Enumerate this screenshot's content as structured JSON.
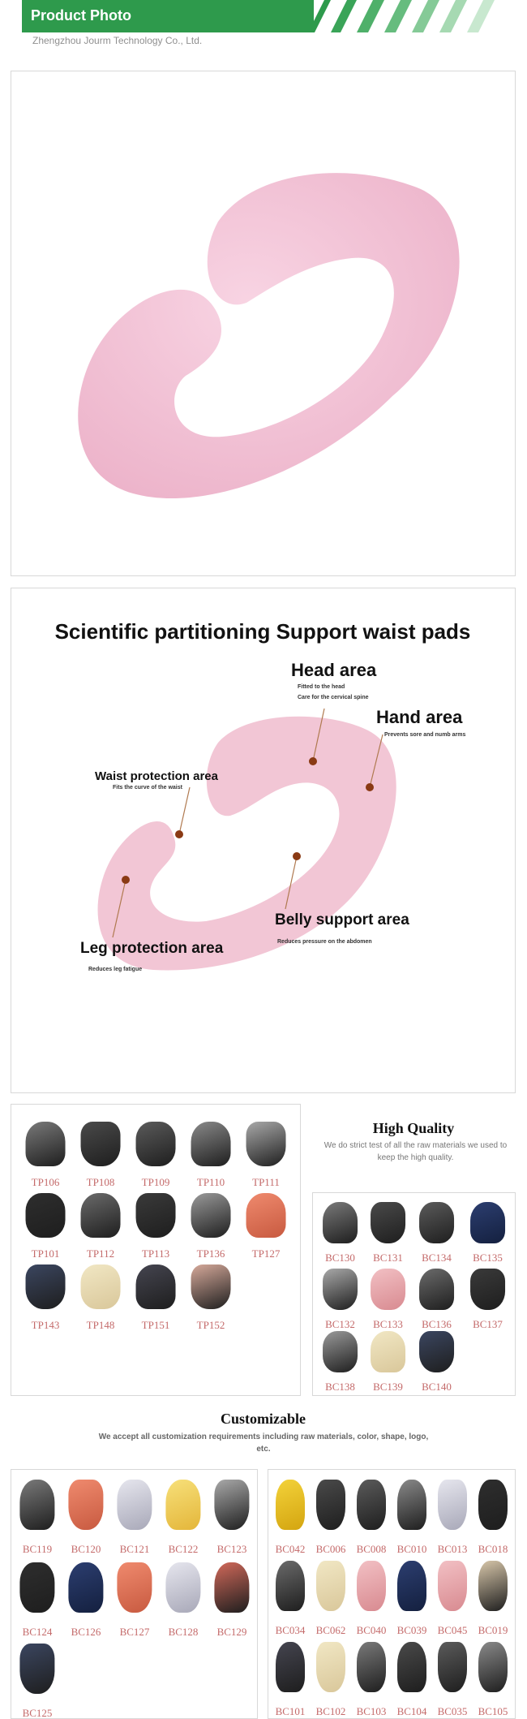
{
  "header": {
    "title": "Product Photo",
    "company": "Zhengzhou Jourm Technology Co., Ltd.",
    "accent_color": "#2e9a4c"
  },
  "photo": {
    "pillow_color": "#f4c6d9"
  },
  "diagram": {
    "title": "Scientific partitioning Support waist pads",
    "labels": {
      "head": "Head area",
      "head_sub1": "Fitted to the head",
      "head_sub2": "Care for the cervical spine",
      "hand": "Hand area",
      "hand_sub": "Prevents sore and numb arms",
      "waist": "Waist protection area",
      "waist_sub": "Fits the curve of the waist",
      "belly": "Belly support area",
      "belly_sub": "Reduces pressure on the abdomen",
      "leg": "Leg protection area",
      "leg_sub": "Reduces leg fatigue"
    }
  },
  "high_quality": {
    "title": "High Quality",
    "desc": "We do strict test of all the raw materials we used to keep the high quality."
  },
  "customizable": {
    "title": "Customizable",
    "desc": "We accept all customization requirements including raw materials, color, shape, logo, etc."
  },
  "grid_a": [
    "TP106",
    "TP108",
    "TP109",
    "TP110",
    "TP111",
    "TP101",
    "TP112",
    "TP113",
    "TP136",
    "TP127",
    "TP143",
    "TP148",
    "TP151",
    "TP152"
  ],
  "grid_b": [
    "BC130",
    "BC131",
    "BC134",
    "BC135",
    "BC132",
    "BC133",
    "BC136",
    "BC137",
    "BC138",
    "BC139",
    "BC140"
  ],
  "grid_c": [
    "BC119",
    "BC120",
    "BC121",
    "BC122",
    "BC123",
    "BC124",
    "BC126",
    "BC127",
    "BC128",
    "BC129",
    "BC125"
  ],
  "grid_d": [
    "BC042",
    "BC006",
    "BC008",
    "BC010",
    "BC013",
    "BC018",
    "BC034",
    "BC062",
    "BC040",
    "BC039",
    "BC045",
    "BC019",
    "BC101",
    "BC102",
    "BC103",
    "BC104",
    "BC035",
    "BC105"
  ]
}
